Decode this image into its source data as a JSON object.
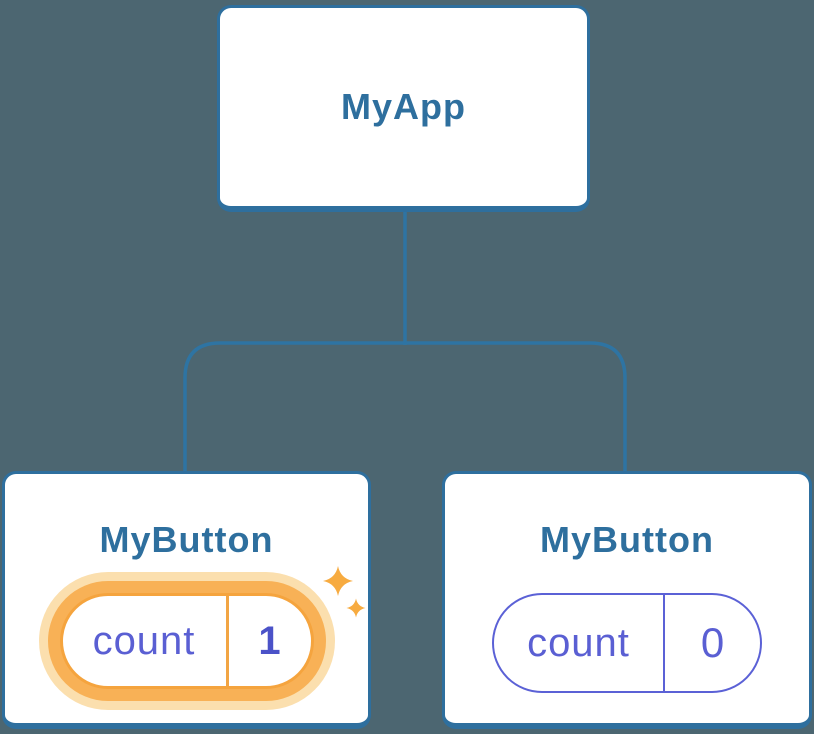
{
  "diagram": {
    "description": "React component tree with state: root component and two button children, left child state updated",
    "root": {
      "title": "MyApp"
    },
    "children": [
      {
        "title": "MyButton",
        "state_label": "count",
        "state_value": "1",
        "highlighted": true
      },
      {
        "title": "MyButton",
        "state_label": "count",
        "state_value": "0",
        "highlighted": false
      }
    ]
  },
  "colors": {
    "background": "#4c6671",
    "card_background": "#ffffff",
    "node_border_blue": "#2e6f9e",
    "node_title_blue": "#2e6f9e",
    "connector_blue": "#2e74a3",
    "state_indigo": "#5a5fd3",
    "state_value_indigo_bold": "#4b52c8",
    "pill_border_indigo": "#5b61d6",
    "highlight_orange": "#f5a43e",
    "highlight_ring_orange": "#f8b156",
    "highlight_glow_orange": "#fbdfae",
    "sparkle_orange": "#f7ab40"
  },
  "icons": {
    "sparkle_large": "four-point-star",
    "sparkle_small": "four-point-star"
  }
}
